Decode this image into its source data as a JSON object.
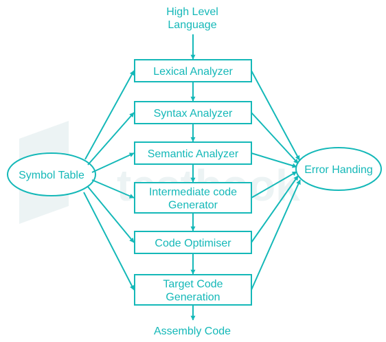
{
  "colors": {
    "accent": "#14b8b8",
    "watermark": "#ecf3f4",
    "background": "#ffffff"
  },
  "watermark": {
    "text": "testbook"
  },
  "input": {
    "line1": "High Level",
    "line2": "Language"
  },
  "output": {
    "label": "Assembly Code"
  },
  "symbol_table": {
    "label": "Symbol Table"
  },
  "error_handling": {
    "label": "Error Handing"
  },
  "phases": [
    {
      "lines": [
        "Lexical Analyzer"
      ]
    },
    {
      "lines": [
        "Syntax Analyzer"
      ]
    },
    {
      "lines": [
        "Semantic Analyzer"
      ]
    },
    {
      "lines": [
        "Intermediate code",
        "Generator"
      ]
    },
    {
      "lines": [
        "Code Optimiser"
      ]
    },
    {
      "lines": [
        "Target Code",
        "Generation"
      ]
    }
  ]
}
